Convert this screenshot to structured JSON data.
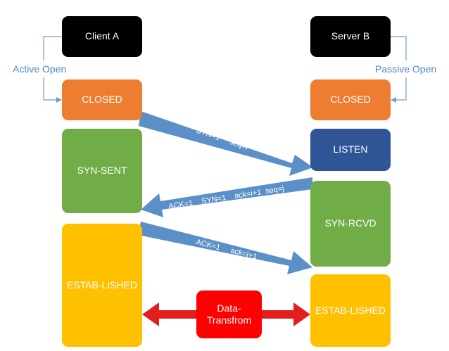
{
  "states": {
    "client_a": "Client A",
    "server_b": "Server B",
    "closed_a": "CLOSED",
    "closed_b": "CLOSED",
    "syn_sent": "SYN-SENT",
    "listen": "LISTEN",
    "syn_rcvd": "SYN-RCVD",
    "estab_a": "ESTAB-LISHED",
    "estab_b": "ESTAB-LISHED",
    "data": "Data-\nTransfrom"
  },
  "labels": {
    "active_open": "Active Open",
    "passive_open": "Passive Open"
  },
  "messages": {
    "syn": "SYN=1     seq=i",
    "syn_ack": "ACK=1    SYN=1    ack=i+1  seq=j",
    "ack": "ACK=1     ack=j+1"
  },
  "colors": {
    "state_black": "#000000",
    "state_orange": "#ED7D31",
    "state_green": "#70AD47",
    "state_blue": "#2F5597",
    "state_yellow": "#FFC000",
    "data_red": "#FF0000",
    "arrow_blue": "#5B8FC7",
    "label_blue": "#4E86C6"
  }
}
